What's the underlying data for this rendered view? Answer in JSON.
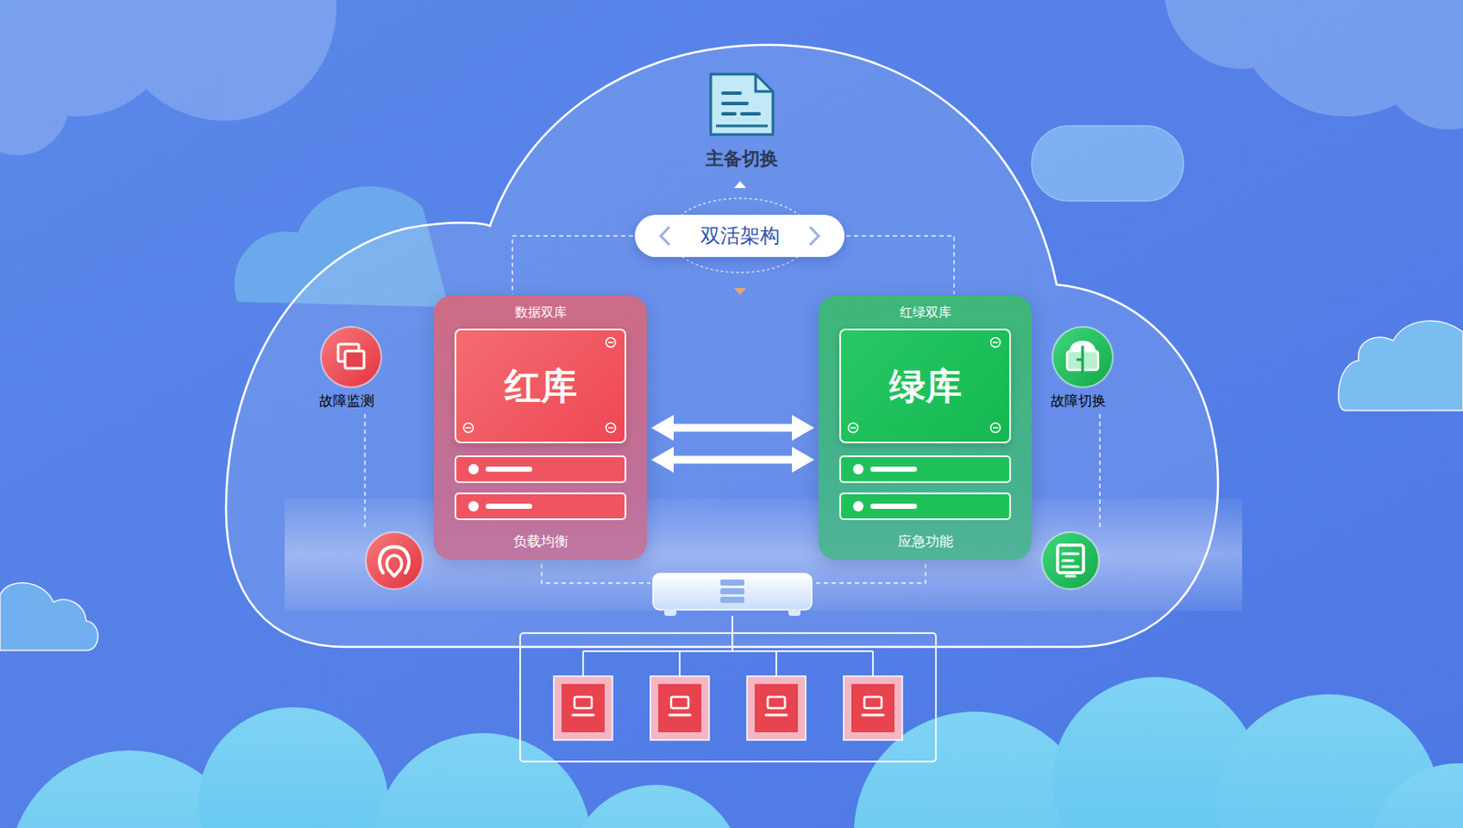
{
  "diagram": {
    "nodes": [
      {
        "text": [
          "双活架构"
        ]
      },
      {
        "text": [
          "数据双库",
          "负载均衡"
        ]
      },
      {
        "text": [
          "红库"
        ],
        "in": 1
      },
      {
        "text": [
          "红绿双库",
          "应急功能"
        ]
      },
      {
        "text": [
          "绿库"
        ],
        "in": 3
      },
      {
        "text": [
          "故障监测"
        ]
      },
      {
        "text": [
          "故障切换"
        ]
      }
    ],
    "edges": [
      {
        "from": 0,
        "to": 1,
        "arrow": "none"
      },
      {
        "from": 0,
        "to": 3,
        "arrow": "none"
      },
      {
        "from": 1,
        "to": 3,
        "arrow": "both"
      },
      {
        "from": 1,
        "to": 3,
        "arrow": "both"
      }
    ],
    "labels": [
      "主备切换"
    ]
  }
}
